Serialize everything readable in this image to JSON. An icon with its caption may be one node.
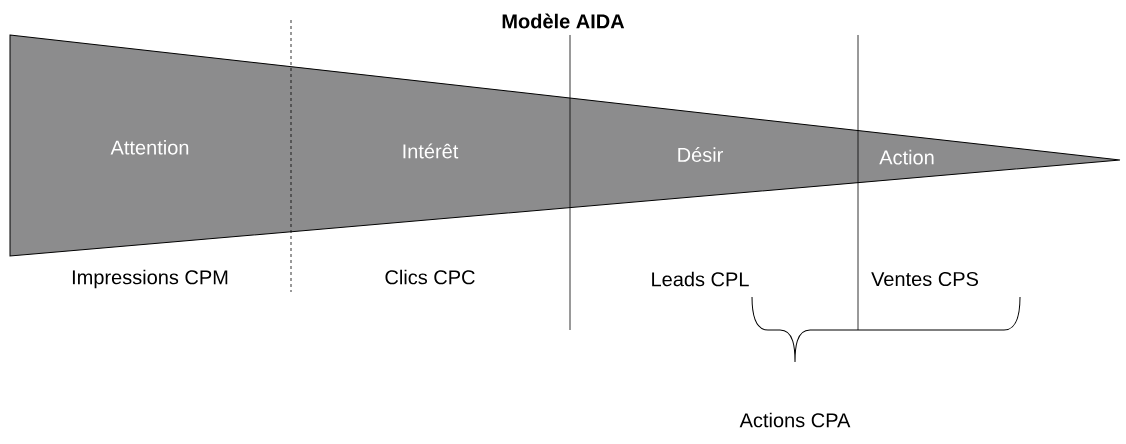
{
  "diagram": {
    "title": "Modèle AIDA",
    "nodes": [
      {
        "text": [
          "Attention"
        ]
      },
      {
        "text": [
          "Intérêt"
        ]
      },
      {
        "text": [
          "Désir"
        ]
      },
      {
        "text": [
          "Action"
        ]
      }
    ],
    "labels": [
      "Impressions CPM",
      "Clics CPC",
      "Leads CPL",
      "Ventes CPS",
      "Actions CPA"
    ]
  }
}
